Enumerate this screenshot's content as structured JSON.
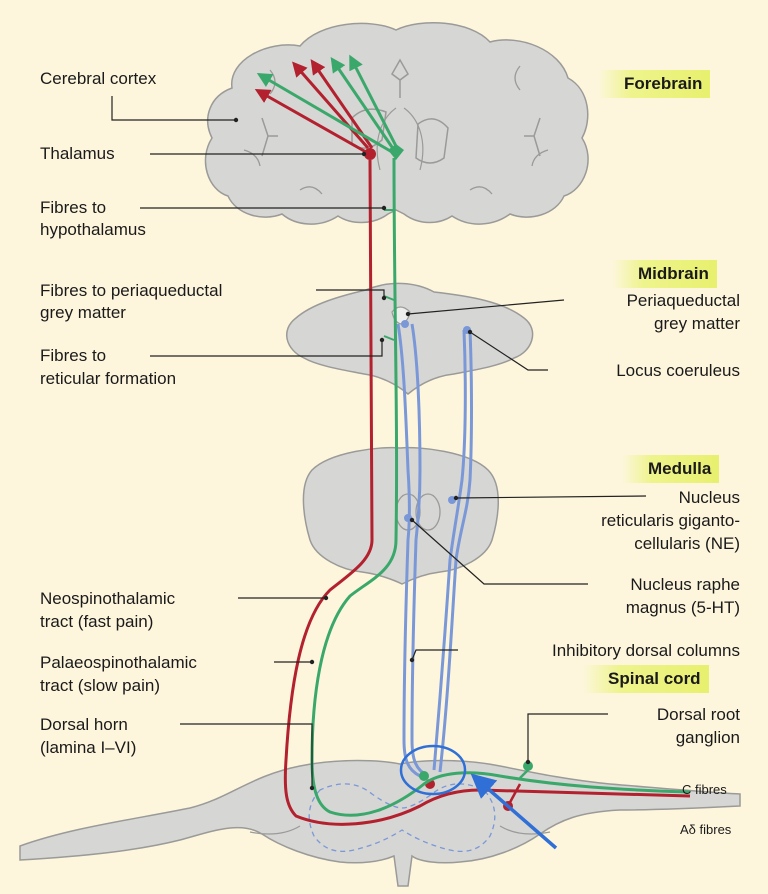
{
  "regions": {
    "forebrain": "Forebrain",
    "midbrain": "Midbrain",
    "medulla": "Medulla",
    "spinal_cord": "Spinal cord"
  },
  "labels": {
    "cerebral_cortex": "Cerebral cortex",
    "thalamus": "Thalamus",
    "fibres_hypothalamus_1": "Fibres to",
    "fibres_hypothalamus_2": "hypothalamus",
    "fibres_pag_1": "Fibres to periaqueductal",
    "fibres_pag_2": "grey matter",
    "fibres_reticular_1": "Fibres to",
    "fibres_reticular_2": "reticular formation",
    "pag_1": "Periaqueductal",
    "pag_2": "grey matter",
    "locus_coeruleus": "Locus coeruleus",
    "nrgc_1": "Nucleus",
    "nrgc_2": "reticularis giganto-",
    "nrgc_3": "cellularis (NE)",
    "raphe_1": "Nucleus raphe",
    "raphe_2": "magnus (5-HT)",
    "inhibitory": "Inhibitory dorsal columns",
    "neo_1": "Neospinothalamic",
    "neo_2": "tract (fast pain)",
    "palaeo_1": "Palaeospinothalamic",
    "palaeo_2": "tract (slow pain)",
    "dorsal_horn_1": "Dorsal horn",
    "dorsal_horn_2": "(lamina I–VI)",
    "drg_1": "Dorsal root",
    "drg_2": "ganglion",
    "c_fibres": "C fibres",
    "ad_fibres": "Aδ fibres"
  },
  "colors": {
    "background": "#fdf6dd",
    "tissue": "#d6d6d4",
    "tissue_outline": "#9a9a98",
    "fast_pain": "#b3202e",
    "slow_pain": "#3aa86b",
    "inhibitory": "#7a98d8",
    "highlight": "#2f6fd6"
  }
}
